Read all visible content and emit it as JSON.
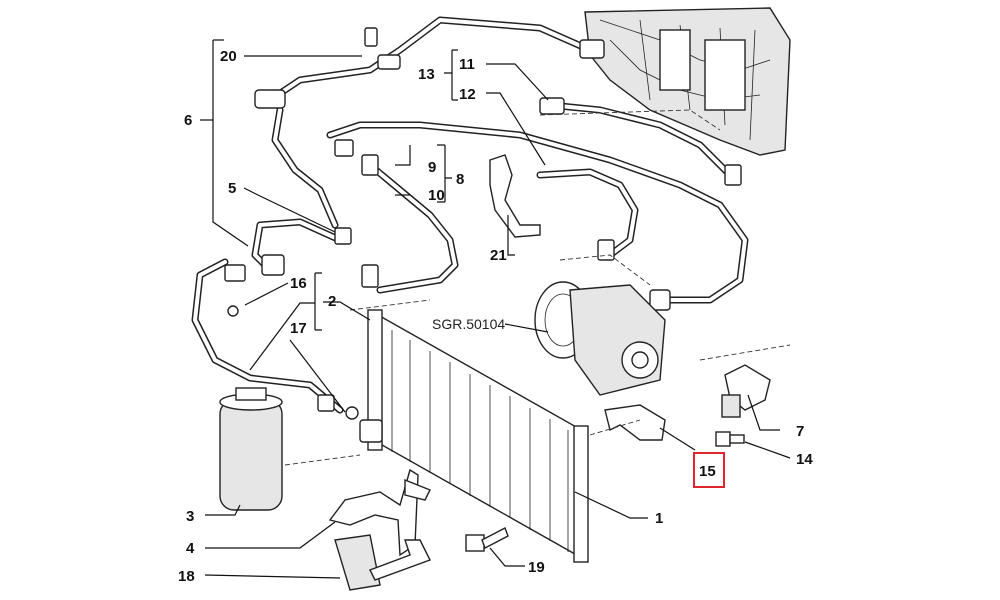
{
  "callouts": {
    "c1": "1",
    "c2": "2",
    "c3": "3",
    "c4": "4",
    "c5": "5",
    "c6": "6",
    "c7": "7",
    "c8": "8",
    "c9": "9",
    "c10": "10",
    "c11": "11",
    "c12": "12",
    "c13": "13",
    "c14": "14",
    "c15": "15",
    "c16": "16",
    "c17": "17",
    "c18": "18",
    "c19": "19",
    "c20": "20",
    "c21": "21"
  },
  "reference": "SGR.50104",
  "highlight_color": "#e0262b"
}
